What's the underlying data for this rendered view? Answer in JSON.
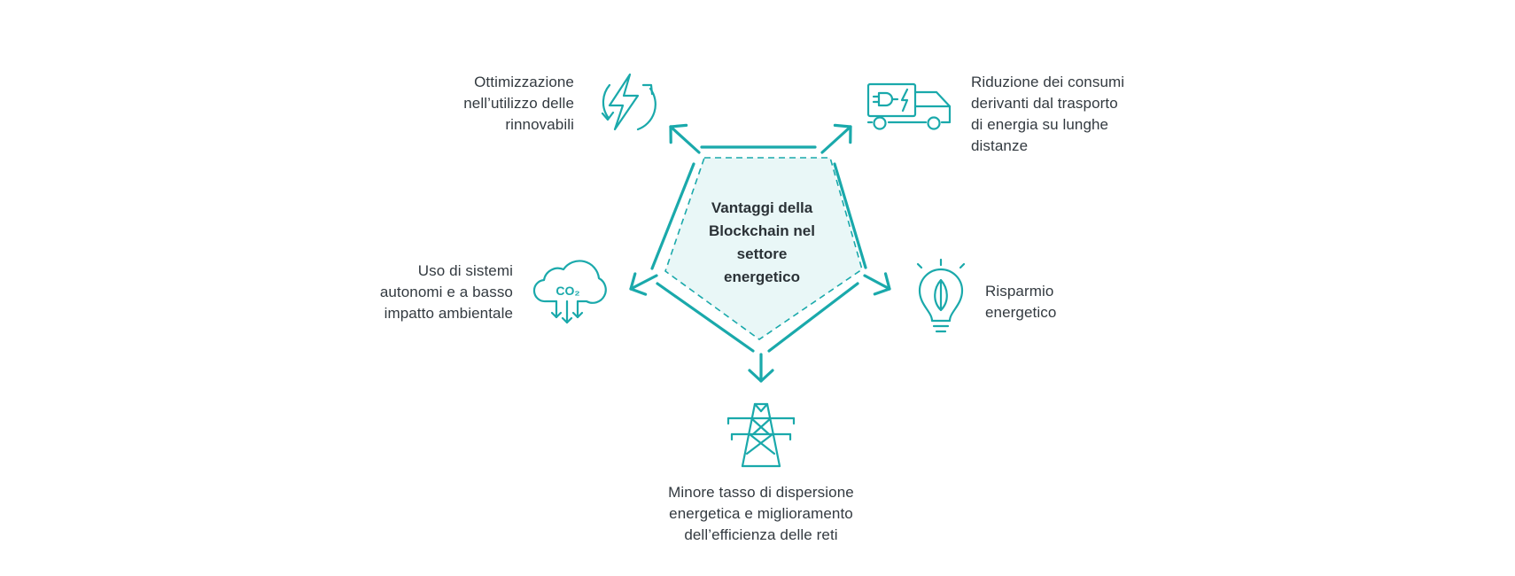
{
  "center": {
    "title": "Vantaggi della\nBlockchain nel\nsettore\nenergetico"
  },
  "benefits": [
    {
      "id": "renewables",
      "label": "Ottimizzazione\nnell’utilizzo delle\nrinnovabili",
      "icon": "lightning-recycle-icon"
    },
    {
      "id": "transport",
      "label": "Riduzione dei consumi\nderivanti dal trasporto\ndi energia su lunghe\ndistanze",
      "icon": "electric-truck-icon"
    },
    {
      "id": "saving",
      "label": "Risparmio\nenergetico",
      "icon": "lightbulb-leaf-icon"
    },
    {
      "id": "grid",
      "label": "Minore tasso di dispersione\nenergetica e miglioramento\ndell’efficienza delle reti",
      "icon": "power-pylon-icon"
    },
    {
      "id": "autonomous",
      "label": "Uso di sistemi\nautonomi e a basso\nimpatto ambientale",
      "icon": "co2-cloud-icon"
    }
  ],
  "icon_text": {
    "co2": "CO₂"
  },
  "colors": {
    "accent": "#1aa9ab",
    "fill": "#e9f7f7",
    "text": "#333a40"
  }
}
